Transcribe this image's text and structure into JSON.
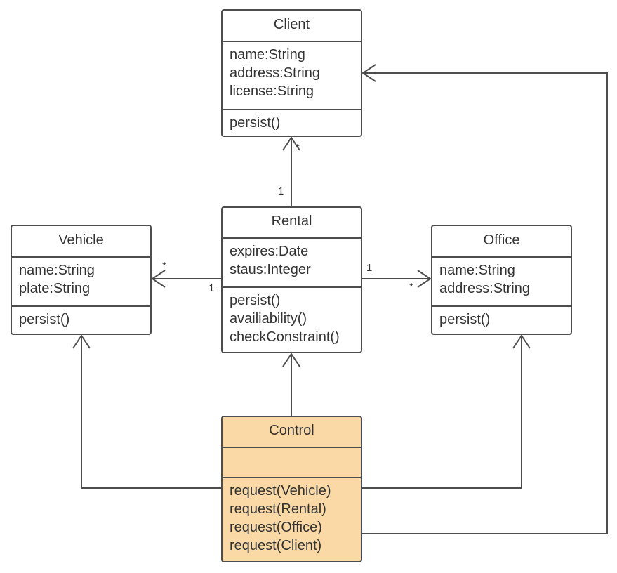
{
  "classes": {
    "client": {
      "name": "Client",
      "attributes": [
        "name:String",
        "address:String",
        "license:String"
      ],
      "methods": [
        "persist()"
      ]
    },
    "rental": {
      "name": "Rental",
      "attributes": [
        "expires:Date",
        "staus:Integer"
      ],
      "methods": [
        "persist()",
        "availiability()",
        "checkConstraint()"
      ]
    },
    "vehicle": {
      "name": "Vehicle",
      "attributes": [
        "name:String",
        "plate:String"
      ],
      "methods": [
        "persist()"
      ]
    },
    "office": {
      "name": "Office",
      "attributes": [
        "name:String",
        "address:String"
      ],
      "methods": [
        "persist()"
      ]
    },
    "control": {
      "name": "Control",
      "attributes": [],
      "methods": [
        "request(Vehicle)",
        "request(Rental)",
        "request(Office)",
        "request(Client)"
      ]
    }
  },
  "multiplicities": {
    "rental_client_source": "1",
    "rental_client_target": "*",
    "rental_vehicle_source": "1",
    "rental_vehicle_target": "*",
    "rental_office_source": "1",
    "rental_office_target": "*"
  },
  "colors": {
    "line": "#4d4d4d",
    "highlight_fill": "#fad9a6",
    "text": "#333333"
  }
}
